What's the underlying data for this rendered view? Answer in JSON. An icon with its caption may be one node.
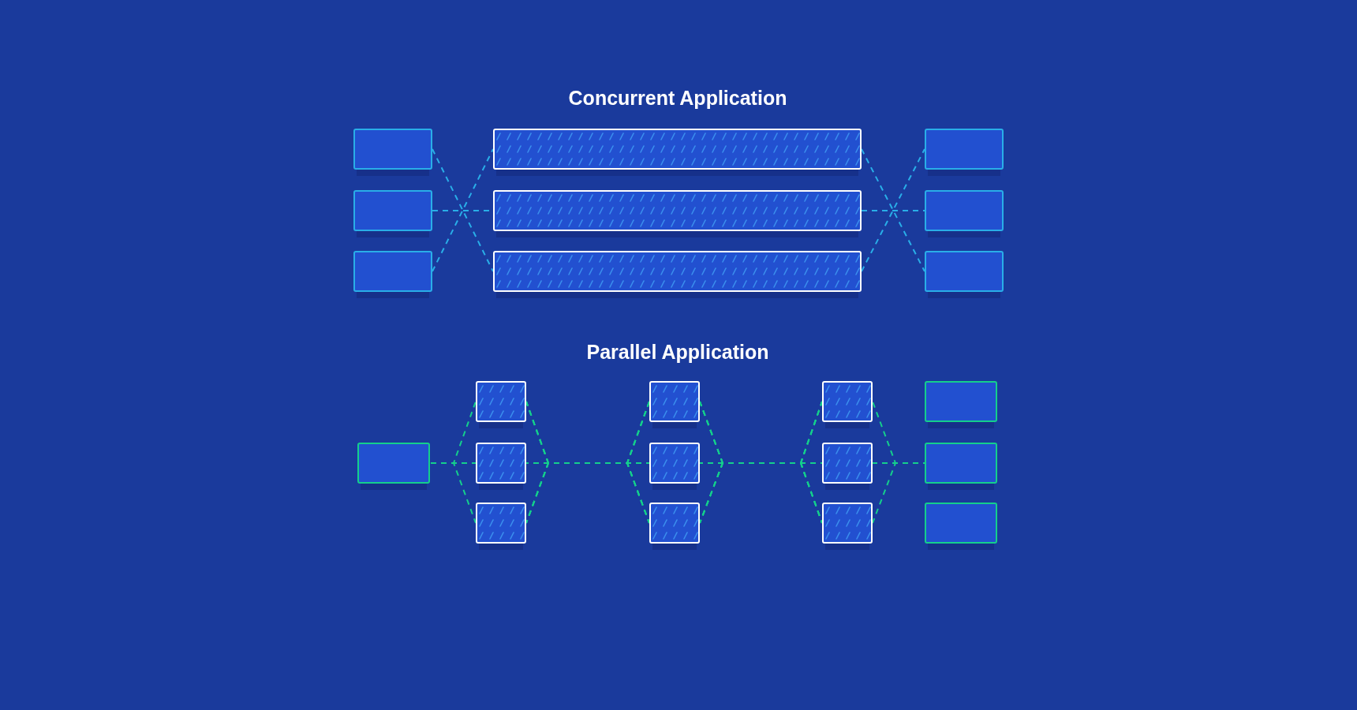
{
  "diagram": {
    "labels": [
      "Concurrent Application",
      "Parallel Application"
    ],
    "nodes": [
      {
        "text": [],
        "shape": "box"
      },
      {
        "text": [],
        "shape": "box"
      },
      {
        "text": [],
        "shape": "box"
      },
      {
        "text": [],
        "shape": "box"
      },
      {
        "text": [],
        "shape": "box"
      },
      {
        "text": [],
        "shape": "box"
      },
      {
        "text": [],
        "shape": "box"
      },
      {
        "text": [],
        "shape": "box"
      },
      {
        "text": [],
        "shape": "box"
      },
      {
        "text": [],
        "shape": "box"
      },
      {
        "text": [],
        "shape": "box"
      },
      {
        "text": [],
        "shape": "box"
      },
      {
        "text": [],
        "shape": "box"
      },
      {
        "text": [],
        "shape": "box"
      },
      {
        "text": [],
        "shape": "box"
      },
      {
        "text": [],
        "shape": "box"
      },
      {
        "text": [],
        "shape": "box"
      },
      {
        "text": [],
        "shape": "box"
      },
      {
        "text": [],
        "shape": "box"
      },
      {
        "text": [],
        "shape": "box"
      },
      {
        "text": [],
        "shape": "box"
      },
      {
        "text": [],
        "shape": "box"
      }
    ],
    "edges": [
      {
        "from": 0,
        "to": 5,
        "arrow": "none",
        "style": "dashed",
        "color": "#29aee8"
      },
      {
        "from": 1,
        "to": 4,
        "arrow": "none",
        "style": "dashed",
        "color": "#29aee8"
      },
      {
        "from": 2,
        "to": 3,
        "arrow": "none",
        "style": "dashed",
        "color": "#29aee8"
      },
      {
        "from": 3,
        "to": 8,
        "arrow": "none",
        "style": "dashed",
        "color": "#29aee8"
      },
      {
        "from": 4,
        "to": 7,
        "arrow": "none",
        "style": "dashed",
        "color": "#29aee8"
      },
      {
        "from": 5,
        "to": 6,
        "arrow": "none",
        "style": "dashed",
        "color": "#29aee8"
      },
      {
        "from": 9,
        "to": 10,
        "arrow": "none",
        "style": "dashed"
      },
      {
        "from": 9,
        "to": 11,
        "arrow": "none",
        "style": "dashed"
      },
      {
        "from": 9,
        "to": 12,
        "arrow": "none",
        "style": "dashed"
      },
      {
        "from": 10,
        "to": 13,
        "arrow": "none",
        "style": "dashed"
      },
      {
        "from": 10,
        "to": 14,
        "arrow": "none",
        "style": "dashed"
      },
      {
        "from": 10,
        "to": 15,
        "arrow": "none",
        "style": "dashed"
      },
      {
        "from": 11,
        "to": 13,
        "arrow": "none",
        "style": "dashed"
      },
      {
        "from": 11,
        "to": 14,
        "arrow": "none",
        "style": "dashed"
      },
      {
        "from": 11,
        "to": 15,
        "arrow": "none",
        "style": "dashed"
      },
      {
        "from": 12,
        "to": 13,
        "arrow": "none",
        "style": "dashed"
      },
      {
        "from": 12,
        "to": 14,
        "arrow": "none",
        "style": "dashed"
      },
      {
        "from": 12,
        "to": 15,
        "arrow": "none",
        "style": "dashed"
      },
      {
        "from": 13,
        "to": 16,
        "arrow": "none",
        "style": "dashed"
      },
      {
        "from": 13,
        "to": 17,
        "arrow": "none",
        "style": "dashed"
      },
      {
        "from": 13,
        "to": 18,
        "arrow": "none",
        "style": "dashed"
      },
      {
        "from": 14,
        "to": 16,
        "arrow": "none",
        "style": "dashed"
      },
      {
        "from": 14,
        "to": 17,
        "arrow": "none",
        "style": "dashed"
      },
      {
        "from": 14,
        "to": 18,
        "arrow": "none",
        "style": "dashed"
      },
      {
        "from": 15,
        "to": 16,
        "arrow": "none",
        "style": "dashed"
      },
      {
        "from": 15,
        "to": 17,
        "arrow": "none",
        "style": "dashed"
      },
      {
        "from": 15,
        "to": 18,
        "arrow": "none",
        "style": "dashed"
      },
      {
        "from": 16,
        "to": 20,
        "arrow": "none",
        "style": "dashed"
      },
      {
        "from": 17,
        "to": 20,
        "arrow": "none",
        "style": "dashed"
      },
      {
        "from": 18,
        "to": 20,
        "arrow": "none",
        "style": "dashed"
      }
    ]
  }
}
